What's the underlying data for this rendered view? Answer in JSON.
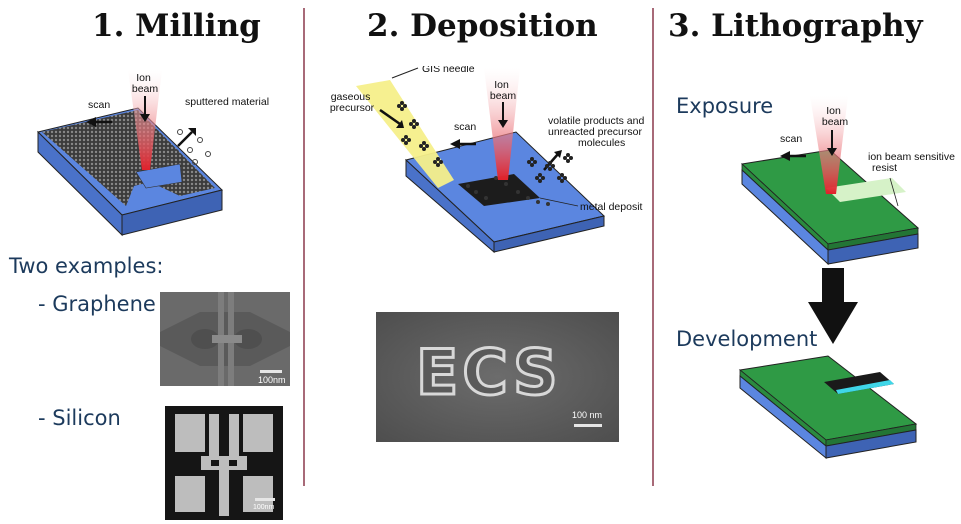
{
  "columns": [
    {
      "heading": "1. Milling"
    },
    {
      "heading": "2. Deposition"
    },
    {
      "heading": "3. Lithography"
    }
  ],
  "milling": {
    "ion_beam": "Ion\nbeam",
    "scan": "scan",
    "sputtered": "sputtered material",
    "two_examples": "Two examples:",
    "graphene": "- Graphene",
    "silicon": "- Silicon",
    "scale_graphene": "100nm",
    "scale_silicon": "100nm"
  },
  "deposition": {
    "gis_needle": "GIS needle",
    "gaseous_precursor": "gaseous\nprecursor",
    "scan": "scan",
    "ion_beam": "Ion\nbeam",
    "volatile": "volatile products and\nunreacted precursor\nmolecules",
    "metal_deposit": "metal deposit",
    "sem_text": "ECS",
    "scale": "100 nm"
  },
  "lithography": {
    "exposure": "Exposure",
    "scan": "scan",
    "ion_beam": "Ion\nbeam",
    "resist": "ion beam sensitive\nresist",
    "development": "Development"
  },
  "colors": {
    "substrate_blue": "#5b86e0",
    "resist_green": "#2f9a45",
    "beam_red": "#e0202a",
    "gas_yellow": "#f6ef8a",
    "channel_cyan": "#3fd6e8"
  }
}
